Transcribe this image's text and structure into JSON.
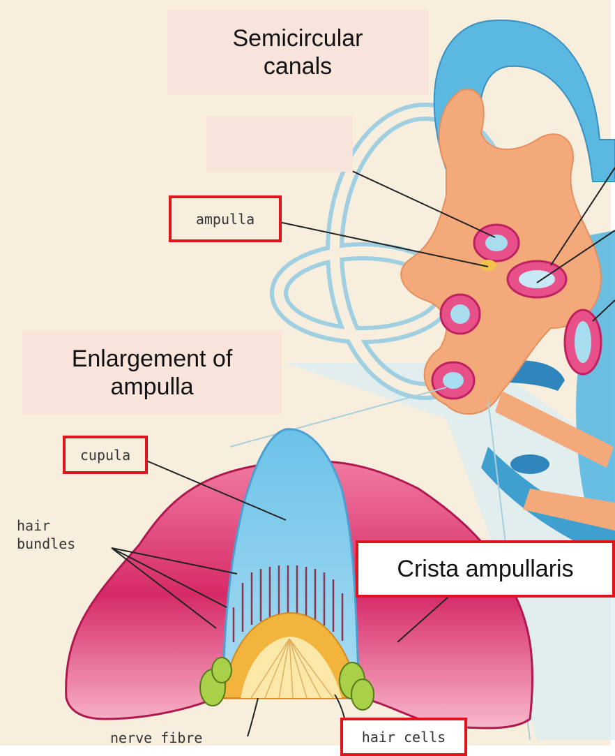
{
  "labels": {
    "semicircular": "Semicircular canals",
    "enlargement": "Enlargement of ampulla",
    "ampulla": "ampulla",
    "cupula": "cupula",
    "hair_bundles_1": "hair",
    "hair_bundles_2": "bundles",
    "crista": "Crista ampullaris",
    "nerve_fibre": "nerve fibre",
    "hair_cells": "hair cells",
    "blank_box": ""
  },
  "colors": {
    "background": "#f7eedd",
    "canal_blue": "#5bb8e0",
    "membrane_orange": "#f3a97a",
    "ampulla_pink": "#d9366f",
    "label_box": "#f8e4da",
    "highlight_red": "#e0141a"
  }
}
